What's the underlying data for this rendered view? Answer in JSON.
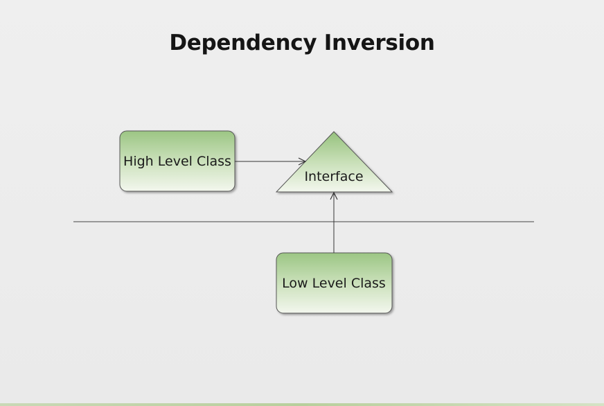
{
  "title": "Dependency Inversion",
  "nodes": {
    "high_level": "High Level Class",
    "interface": "Interface",
    "low_level": "Low Level Class"
  },
  "colors": {
    "box_top": "#9fc888",
    "box_bottom": "#f2f6ec",
    "border": "#555555",
    "line": "#333333",
    "background": "#ececec"
  }
}
